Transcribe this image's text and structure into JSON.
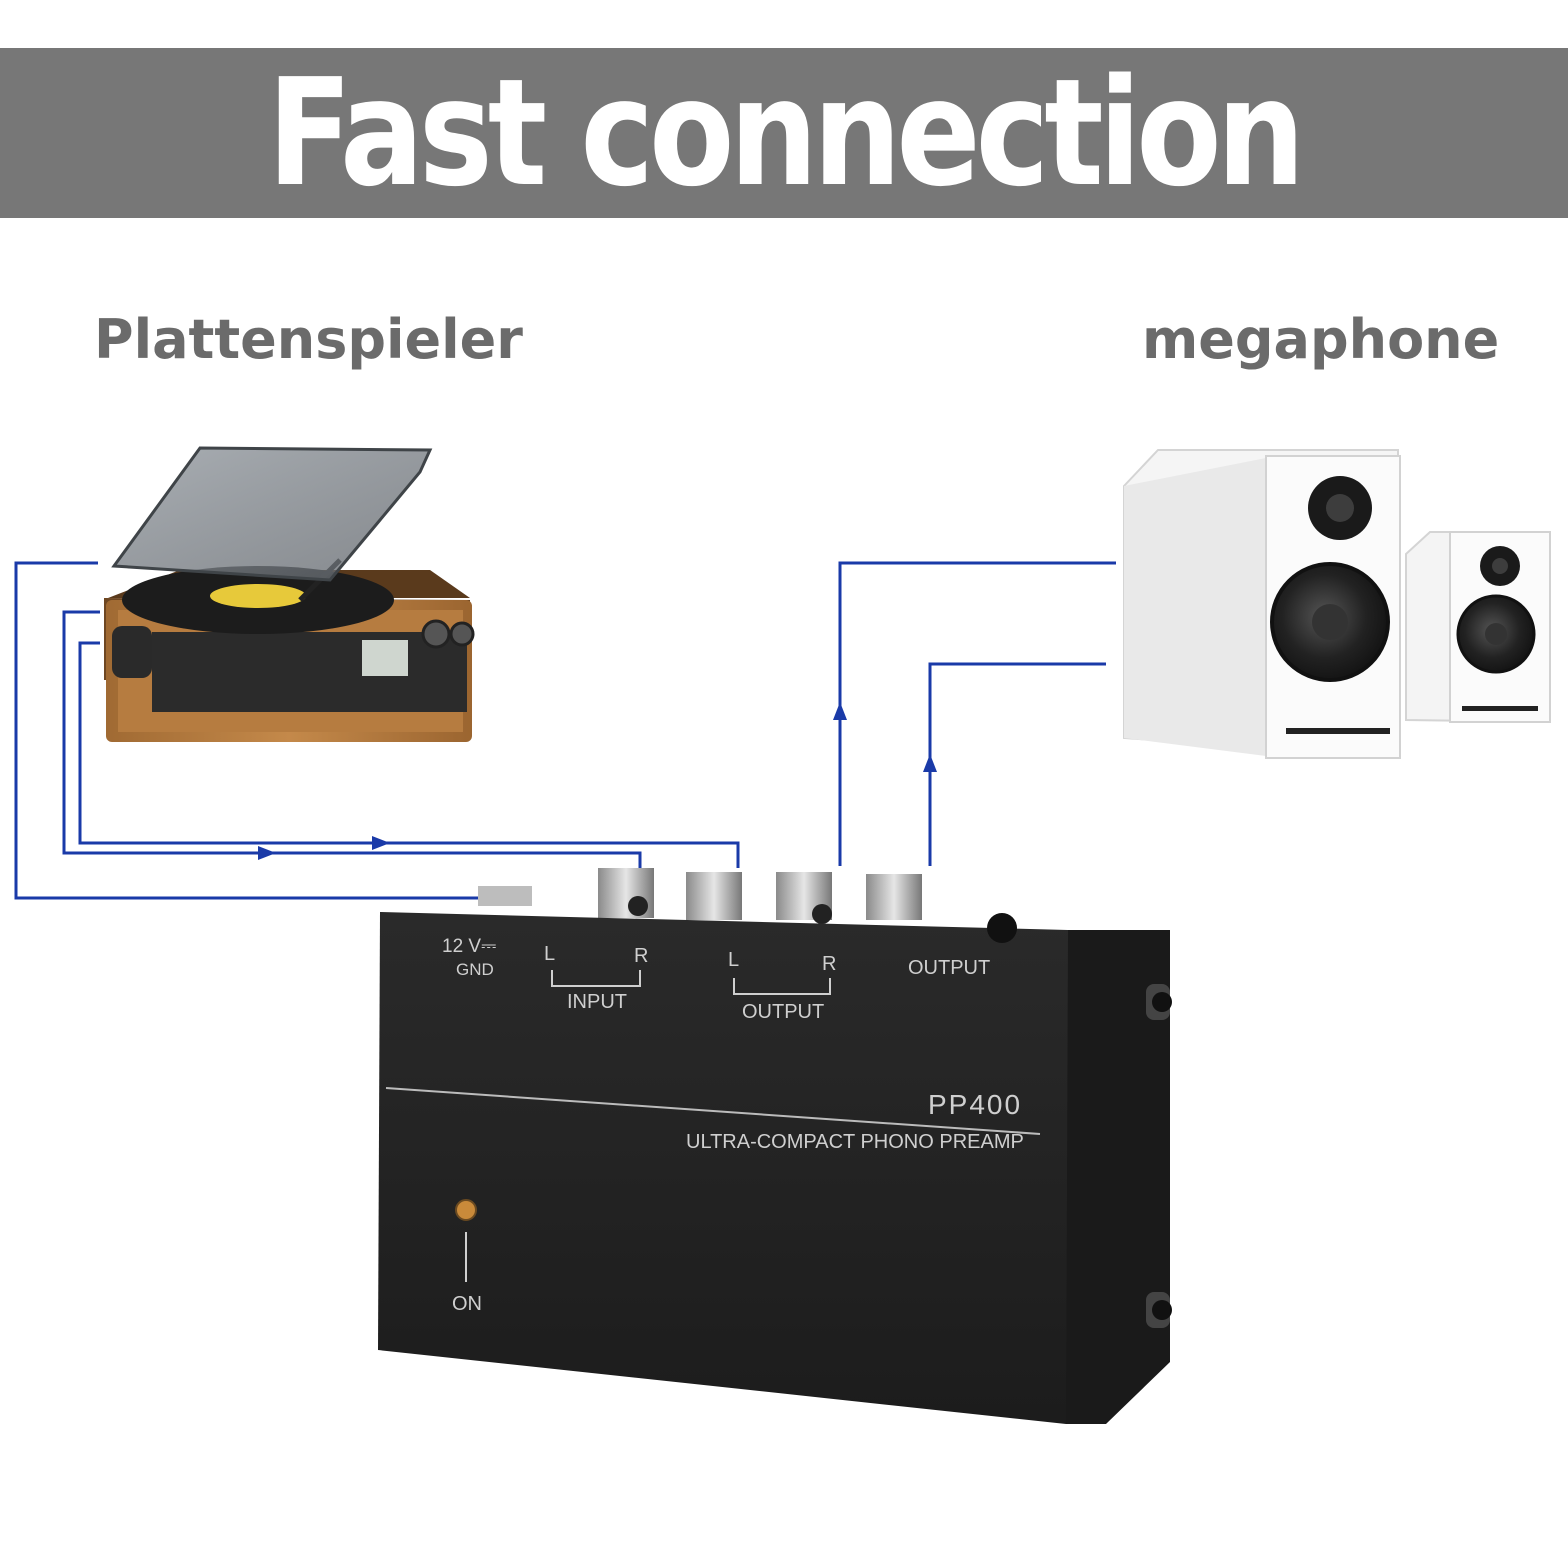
{
  "header": {
    "title": "Fast connection",
    "background": "#777777"
  },
  "labels": {
    "source": "Plattenspieler",
    "destination": "megaphone"
  },
  "device": {
    "power_label": "12 V⎓",
    "gnd_label": "GND",
    "input_l": "L",
    "input_r": "R",
    "input_label": "INPUT",
    "output_l": "L",
    "output_r": "R",
    "output_label": "OUTPUT",
    "output2_label": "OUTPUT",
    "model": "PP400",
    "description": "ULTRA-COMPACT PHONO PREAMP",
    "on_label": "ON"
  },
  "colors": {
    "wire": "#1a3aa8",
    "device_body": "#232323"
  }
}
